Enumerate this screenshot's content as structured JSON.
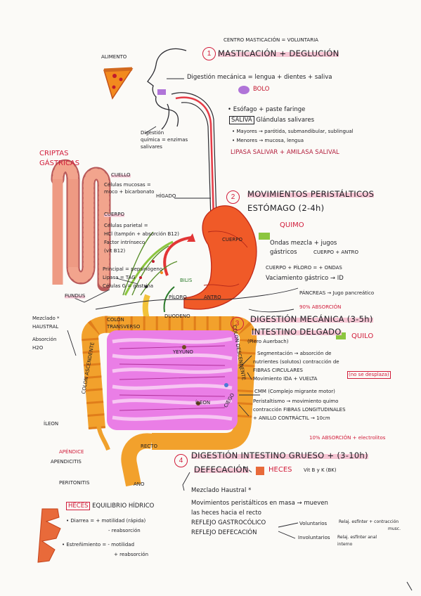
{
  "top_note": "CENTRO MASTICACIÓN = VOLUNTARIA",
  "sections": [
    {
      "number": "1",
      "title": "MASTICACIÓN + DEGLUCIÓN"
    },
    {
      "number": "2",
      "title_line1": "MOVIMIENTOS PERISTÁLTICOS",
      "title_line2": "ESTÓMAGO (2-4h)"
    },
    {
      "number": "3",
      "title_line1": "DIGESTIÓN MECÁNICA  (3-5h)",
      "title_line2": "INTESTINO DELGADO",
      "subtitle": "(Piero Auerbach)"
    },
    {
      "number": "4",
      "title_line1": "DIGESTIÓN INTESTINO GRUESO +  (3-10h)",
      "title_line2": "DEFECACIÓN"
    }
  ],
  "left_labels": {
    "alimento": "ALIMENTO",
    "digestion_quimica": [
      "Digestión",
      "química = enzimas",
      "salivares"
    ],
    "criptas": [
      "CRIPTAS",
      "GÁSTRICAS"
    ],
    "cuello": "CUELLO",
    "cuello_desc": [
      "Células mucosas =",
      "moco + bicarbonato"
    ],
    "cuerpo": "CUERPO",
    "cuerpo_desc": [
      "Células parietal =",
      "HCl (tampón + absorción B12)",
      "Factor intrínseco",
      "(vit B12)"
    ],
    "principal": [
      "Principal = pepsinógeno",
      "Lipasa = TAG",
      "Células G = gastrina"
    ],
    "fundus": "FUNDUS",
    "mezclado": [
      "Mezclado *",
      "HAUSTRAL",
      "Absorción",
      "H2O"
    ],
    "ileon": "ÍLEON",
    "apendice": [
      "APÉNDICE",
      "APENDICITIS"
    ],
    "peritonitis": "PERITONITIS"
  },
  "organ_labels": {
    "higado": "HÍGADO",
    "cuerpo": "CUERPO",
    "antro": "ANTRO",
    "piloro": "PÍLORO",
    "bilis": "BILIS",
    "duodeno": "DUODENO",
    "colon_transverso": [
      "COLON",
      "TRANSVERSO"
    ],
    "colon_ascendente": "COLON ASCENDENTE",
    "colon_descendente": "COLON DESCENDENTE",
    "yeyuno": "YEYUNO",
    "ileon": "ÍLEON",
    "ciego": "CIEGO",
    "recto": "RECTO",
    "ano": "ANO"
  },
  "section1": {
    "digestion_mecanica": "Digestión mecánica = lengua + dientes + saliva",
    "bolo": "BOLO",
    "esofago": "• Esófago + paste faringe",
    "saliva_label": "SALIVA",
    "glandulas": "Glándulas salivares",
    "mayores": "• Mayores → parótida, submandibular, sublingual",
    "menores": "• Menores → mucosa, lengua",
    "enzimas": "LIPASA SALIVAR + AMILASA SALIVAL"
  },
  "section2": {
    "quimo": "QUIMO",
    "ondas1": "Ondas mezcla + jugos",
    "ondas2": "gástricos",
    "ondas_pos": "CUERPO + ANTRO",
    "cuerpo_piloro": "CUERPO + PÍLORO = + ONDAS",
    "vaciamiento": "Vaciamiento gástrico → ID",
    "pancreas": "PÁNCREAS → Jugo pancreático",
    "absorcion": "90% ABSORCIÓN"
  },
  "section3": {
    "quilo": "QUILO",
    "segmentacion1": "Segmentación → absorción de",
    "segmentacion2": "nutrientes (solutos) contracción de",
    "segmentacion3": "FIBRAS CIRCULARES",
    "movimiento": "Movimiento IDA + VUELTA",
    "no_desplaza": "(no se desplaza)",
    "cmm": "CMM (Complejo migrante motor)",
    "peristaltismo1": "Peristaltismo → movimiento quimo",
    "peristaltismo2": "contracción FIBRAS LONGITUDINALES",
    "anillo": "+ ANILLO CONTRÁCTIL → 10cm"
  },
  "section4": {
    "absorcion": "10% ABSORCIÓN + electrolitos",
    "heces": "HECES",
    "vitaminas": "Vit B y K (BK)",
    "mezclado": "Mezclado Haustral *",
    "movimientos1": "Movimientos peristálticos en masa → mueven",
    "movimientos2": "las heces hacia el recto",
    "reflejo_gastro": "REFLEJO GASTROCÓLICO",
    "reflejo_def": "REFLEJO DEFECACIÓN",
    "voluntarios": "Voluntarios",
    "voluntarios_desc": [
      "Relaj. esfínter + contracción",
      "musc."
    ],
    "involuntarios": "Involuntarios",
    "involuntarios_desc": [
      "Relaj. esfínter anal",
      "interno"
    ]
  },
  "bottom_left": {
    "heces": "HECES",
    "equilibrio": "EQUILIBRIO HÍDRICO",
    "diarrea1": "• Diarrea = + motilidad (rápida)",
    "diarrea2": "- reabsorción",
    "estrenimiento1": "• Estreñimiento = - motilidad",
    "estrenimiento2": "+ reabsorción"
  },
  "colors": {
    "red": "#d11c3a",
    "stomach": "#f05a28",
    "intestine": "#ea7ee6",
    "colon": "#f2a12c",
    "salmon": "#ee9a83",
    "green": "#8cc63f",
    "purple": "#b074d8"
  }
}
